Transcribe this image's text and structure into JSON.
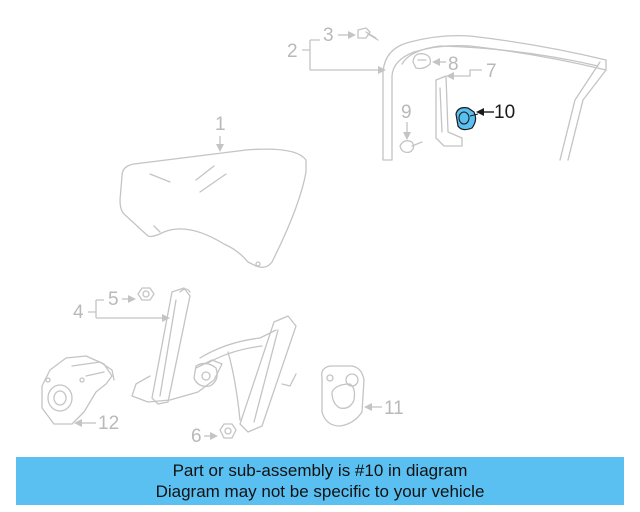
{
  "callouts": {
    "c1": "1",
    "c2": "2",
    "c3": "3",
    "c4": "4",
    "c5": "5",
    "c6": "6",
    "c7": "7",
    "c8": "8",
    "c9": "9",
    "c10": "10",
    "c11": "11",
    "c12": "12"
  },
  "highlighted_part": "10",
  "colors": {
    "highlight": "#5ac0f2",
    "line_art": "#c4c4c4",
    "banner": "#5ac0f2"
  },
  "banner": {
    "line1": "Part or sub-assembly is #10 in diagram",
    "line2": "Diagram may not be specific to your vehicle"
  }
}
